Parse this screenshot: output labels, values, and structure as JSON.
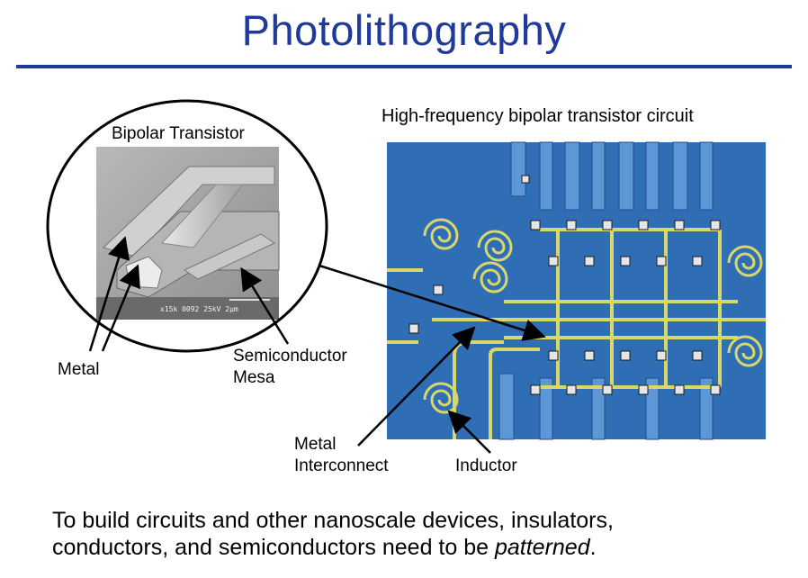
{
  "slide": {
    "title": "Photolithography",
    "left_image_caption": "Bipolar Transistor",
    "right_image_caption": "High-frequency bipolar transistor circuit",
    "sem_scale_text": "x15k  0092  25kV  2μm",
    "labels": {
      "metal": "Metal",
      "semiconductor_line1": "Semiconductor",
      "semiconductor_line2": "Mesa",
      "metal_interconnect_line1": "Metal",
      "metal_interconnect_line2": "Interconnect",
      "inductor": "Inductor"
    },
    "footer": {
      "line1": "To build circuits and other nanoscale devices, insulators,",
      "line2_prefix": "conductors, and semiconductors need to be ",
      "line2_emphasis": "patterned",
      "line2_suffix": "."
    }
  },
  "colors": {
    "title_blue": "#1f3a9a",
    "substrate_blue": "#2f6db5",
    "metal_gold": "#d8d86a",
    "sem_gray": "#9a9a9a"
  }
}
